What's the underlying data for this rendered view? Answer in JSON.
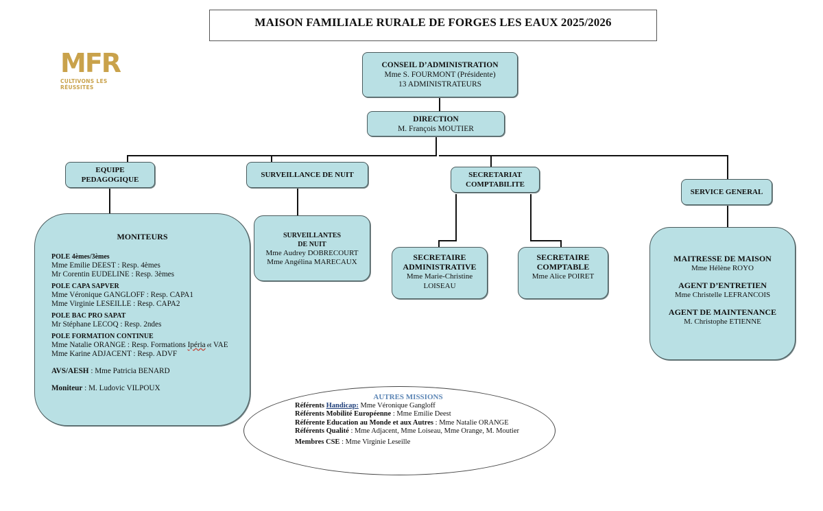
{
  "title": "MAISON FAMILIALE RURALE DE FORGES LES EAUX 2025/2026",
  "logo": {
    "mark": "MFR",
    "tagline": "CULTIVONS LES RÉUSSITES",
    "color": "#c9a24b"
  },
  "colors": {
    "box_fill": "#b9e0e4",
    "box_border": "#4a5a5c",
    "missions_title": "#5a84b4"
  },
  "conseil": {
    "title": "CONSEIL D’ADMINISTRATION",
    "line1": "Mme S. FOURMONT (Présidente)",
    "line2": "13 ADMINISTRATEURS"
  },
  "direction": {
    "title": "DIRECTION",
    "name": "M. François MOUTIER"
  },
  "departments": {
    "equipe": {
      "line1": "EQUIPE",
      "line2": "PEDAGOGIQUE"
    },
    "surveillance": {
      "title": "SURVEILLANCE DE NUIT"
    },
    "secretariat": {
      "line1": "SECRETARIAT",
      "line2": "COMPTABILITE"
    },
    "service": {
      "title": "SERVICE GENERAL"
    }
  },
  "moniteurs": {
    "title": "MONITEURS",
    "poles": [
      {
        "name": "POLE 4èmes/3èmes",
        "members": [
          "Mme Emilie DEEST : Resp. 4èmes",
          "Mr Corentin EUDELINE : Resp. 3èmes"
        ]
      },
      {
        "name": "POLE CAPA SAPVER",
        "members": [
          "Mme Véronique GANGLOFF : Resp. CAPA1",
          "Mme Virginie LESEILLE : Resp. CAPA2"
        ]
      },
      {
        "name": "POLE BAC PRO SAPAT",
        "members": [
          "Mr Stéphane LECOQ : Resp. 2ndes"
        ]
      },
      {
        "name": "POLE FORMATION CONTINUE",
        "members": [
          "Mme Natalie ORANGE : Resp. Formations ",
          "Mme Karine ADJACENT : Resp. ADVF"
        ],
        "extra_word": "Ipéria",
        "extra_tail_small": " et",
        "extra_tail": " VAE"
      }
    ],
    "avs_label": "AVS/AESH",
    "avs_value": " : Mme Patricia BENARD",
    "moniteur_label": "Moniteur",
    "moniteur_value": " : M. Ludovic VILPOUX"
  },
  "surveillantes": {
    "line1": "SURVEILLANTES",
    "line2": "DE NUIT",
    "members": [
      "Mme Audrey DOBRECOURT",
      "Mme Angélina MARECAUX"
    ]
  },
  "secretaire_admin": {
    "line1": "SECRETAIRE",
    "line2": "ADMINISTRATIVE",
    "name1": "Mme Marie-Christine",
    "name2": "LOISEAU"
  },
  "secretaire_compta": {
    "line1": "SECRETAIRE",
    "line2": "COMPTABLE",
    "name": "Mme Alice POIRET"
  },
  "service_general": [
    {
      "role": "MAITRESSE DE MAISON",
      "name": "Mme Hélène ROYO"
    },
    {
      "role": "AGENT D’ENTRETIEN",
      "name": "Mme Christelle LEFRANCOIS"
    },
    {
      "role": "AGENT DE MAINTENANCE",
      "name": "M. Christophe ETIENNE"
    }
  ],
  "missions": {
    "title": "AUTRES MISSIONS",
    "items": [
      {
        "label_a": "Référents ",
        "label_u": "Handicap:",
        "value": " Mme Véronique Gangloff"
      },
      {
        "label": "Référents Mobilité Européenne",
        "value": " : Mme Emilie Deest"
      },
      {
        "label": "Référente Education au Monde et aux Autres",
        "value": " : Mme Natalie ORANGE"
      },
      {
        "label": "Référents Qualité",
        "value": " : Mme Adjacent, Mme Loiseau, Mme Orange, M. Moutier"
      },
      {
        "label": "Membres CSE",
        "value": " : Mme Virginie Leseille"
      }
    ]
  }
}
